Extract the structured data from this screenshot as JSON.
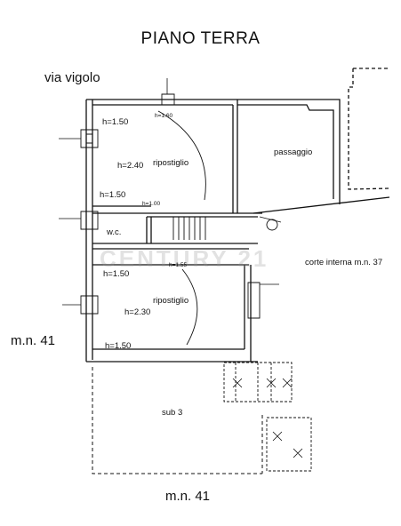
{
  "title": "PIANO TERRA",
  "street": "via vigolo",
  "neighbors": {
    "left": "m.n. 41",
    "bottom": "m.n. 41"
  },
  "rooms": {
    "ripostiglio_upper": {
      "name": "ripostiglio",
      "height": "h=2.40"
    },
    "ripostiglio_lower": {
      "name": "ripostiglio",
      "height": "h=2.30"
    },
    "passaggio": {
      "name": "passaggio"
    },
    "wc": {
      "name": "w.c."
    },
    "sub": {
      "name": "sub 3"
    },
    "corte": {
      "name": "corte interna m.n. 37"
    }
  },
  "heights": {
    "top_left": "h=1.50",
    "top_small": "h=1.60",
    "mid_left": "h=1.50",
    "mid_small": "h=1.00",
    "low_left": "h=1.50",
    "low_small": "h=1.55",
    "bottom_left": "h=1.50"
  },
  "watermark": "CENTURY 21"
}
